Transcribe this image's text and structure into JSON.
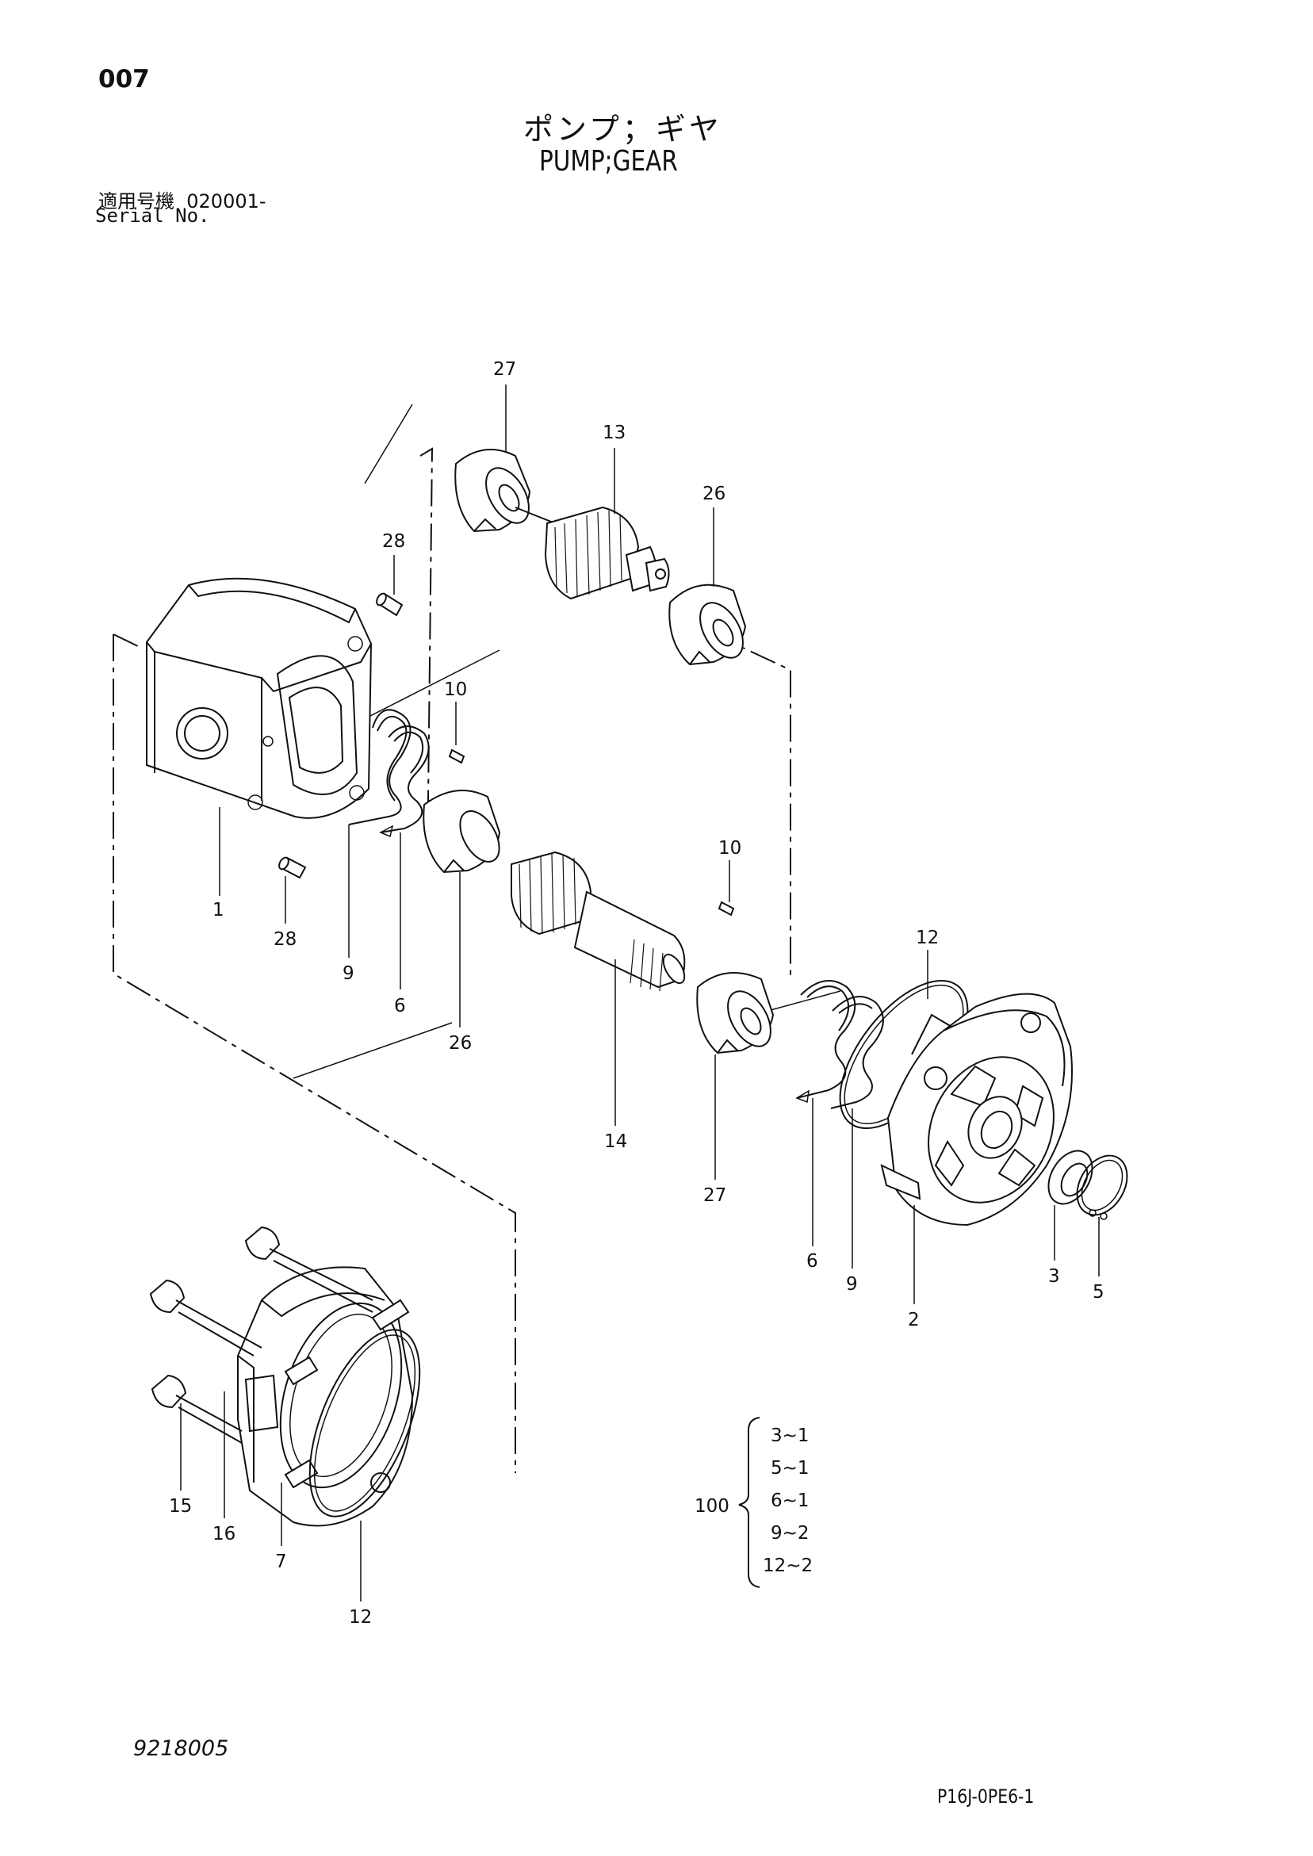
{
  "header": {
    "page_no": "007",
    "title_jp": "ポンプ；ギヤ",
    "title_en": "PUMP;GEAR",
    "serial_label_jp": "適用号機",
    "serial_value": "020001-",
    "serial_label_en": "Serial No."
  },
  "callouts": [
    {
      "id": "c27a",
      "label": "27"
    },
    {
      "id": "c13",
      "label": "13"
    },
    {
      "id": "c26a",
      "label": "26"
    },
    {
      "id": "c28a",
      "label": "28"
    },
    {
      "id": "c10a",
      "label": "10"
    },
    {
      "id": "c1",
      "label": "1"
    },
    {
      "id": "c28b",
      "label": "28"
    },
    {
      "id": "c9a",
      "label": "9"
    },
    {
      "id": "c6a",
      "label": "6"
    },
    {
      "id": "c26b",
      "label": "26"
    },
    {
      "id": "c10b",
      "label": "10"
    },
    {
      "id": "c12a",
      "label": "12"
    },
    {
      "id": "c14",
      "label": "14"
    },
    {
      "id": "c27b",
      "label": "27"
    },
    {
      "id": "c6b",
      "label": "6"
    },
    {
      "id": "c9b",
      "label": "9"
    },
    {
      "id": "c2",
      "label": "2"
    },
    {
      "id": "c3",
      "label": "3"
    },
    {
      "id": "c5",
      "label": "5"
    },
    {
      "id": "c15",
      "label": "15"
    },
    {
      "id": "c16",
      "label": "16"
    },
    {
      "id": "c7",
      "label": "7"
    },
    {
      "id": "c12b",
      "label": "12"
    }
  ],
  "kit": {
    "label": "100",
    "items": [
      "3~1",
      "5~1",
      "6~1",
      "9~2",
      "12~2"
    ]
  },
  "footer": {
    "drawing_no": "9218005",
    "page_code": "P16J-0PE6-1"
  }
}
